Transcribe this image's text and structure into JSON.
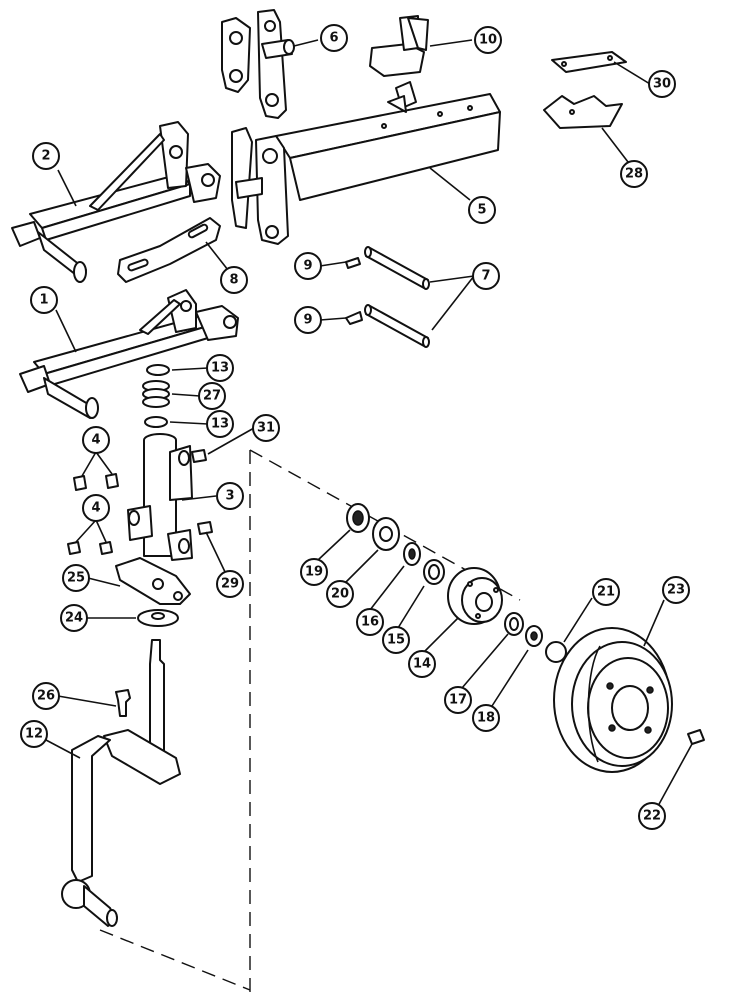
{
  "callouts": [
    {
      "id": "c1",
      "label": "1"
    },
    {
      "id": "c2",
      "label": "2"
    },
    {
      "id": "c3",
      "label": "3"
    },
    {
      "id": "c4a",
      "label": "4"
    },
    {
      "id": "c4b",
      "label": "4"
    },
    {
      "id": "c5",
      "label": "5"
    },
    {
      "id": "c6",
      "label": "6"
    },
    {
      "id": "c7",
      "label": "7"
    },
    {
      "id": "c8",
      "label": "8"
    },
    {
      "id": "c9a",
      "label": "9"
    },
    {
      "id": "c9b",
      "label": "9"
    },
    {
      "id": "c10",
      "label": "10"
    },
    {
      "id": "c12",
      "label": "12"
    },
    {
      "id": "c13a",
      "label": "13"
    },
    {
      "id": "c13b",
      "label": "13"
    },
    {
      "id": "c14",
      "label": "14"
    },
    {
      "id": "c15",
      "label": "15"
    },
    {
      "id": "c16",
      "label": "16"
    },
    {
      "id": "c17",
      "label": "17"
    },
    {
      "id": "c18",
      "label": "18"
    },
    {
      "id": "c19",
      "label": "19"
    },
    {
      "id": "c20",
      "label": "20"
    },
    {
      "id": "c21",
      "label": "21"
    },
    {
      "id": "c22",
      "label": "22"
    },
    {
      "id": "c23",
      "label": "23"
    },
    {
      "id": "c24",
      "label": "24"
    },
    {
      "id": "c25",
      "label": "25"
    },
    {
      "id": "c26",
      "label": "26"
    },
    {
      "id": "c27",
      "label": "27"
    },
    {
      "id": "c28",
      "label": "28"
    },
    {
      "id": "c29",
      "label": "29"
    },
    {
      "id": "c30",
      "label": "30"
    },
    {
      "id": "c31",
      "label": "31"
    }
  ]
}
